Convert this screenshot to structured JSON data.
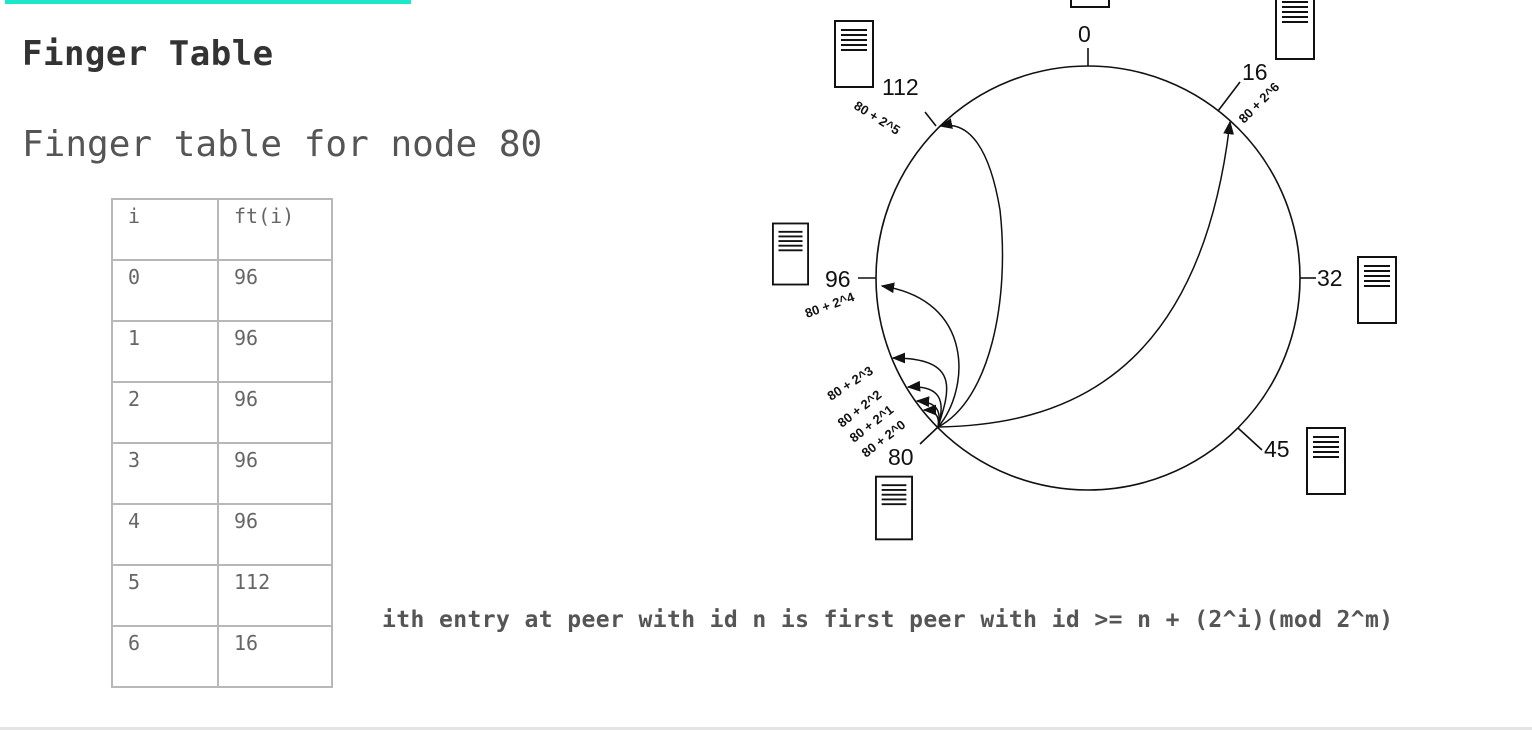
{
  "header": {
    "accent_color": "#1ce8c8",
    "title": "Finger Table",
    "subtitle": "Finger table for node 80"
  },
  "finger_table": {
    "columns": [
      "i",
      "ft(i)"
    ],
    "rows": [
      {
        "i": "0",
        "ft": "96"
      },
      {
        "i": "1",
        "ft": "96"
      },
      {
        "i": "2",
        "ft": "96"
      },
      {
        "i": "3",
        "ft": "96"
      },
      {
        "i": "4",
        "ft": "96"
      },
      {
        "i": "5",
        "ft": "112"
      },
      {
        "i": "6",
        "ft": "16"
      }
    ]
  },
  "diagram": {
    "nodes": [
      {
        "id": "node-0",
        "label": "0"
      },
      {
        "id": "node-16",
        "label": "16"
      },
      {
        "id": "node-32",
        "label": "32"
      },
      {
        "id": "node-45",
        "label": "45"
      },
      {
        "id": "node-80",
        "label": "80"
      },
      {
        "id": "node-96",
        "label": "96"
      },
      {
        "id": "node-112",
        "label": "112"
      }
    ],
    "finger_labels": {
      "f0": "80 + 2^0",
      "f1": "80 + 2^1",
      "f2": "80 + 2^2",
      "f3": "80 + 2^3",
      "f4": "80 + 2^4",
      "f5": "80 + 2^5",
      "f6": "80 + 2^6"
    },
    "server_icon": "server-icon"
  },
  "formula": "ith entry at peer with id n is first peer with id >= n + (2^i)(mod 2^m)"
}
